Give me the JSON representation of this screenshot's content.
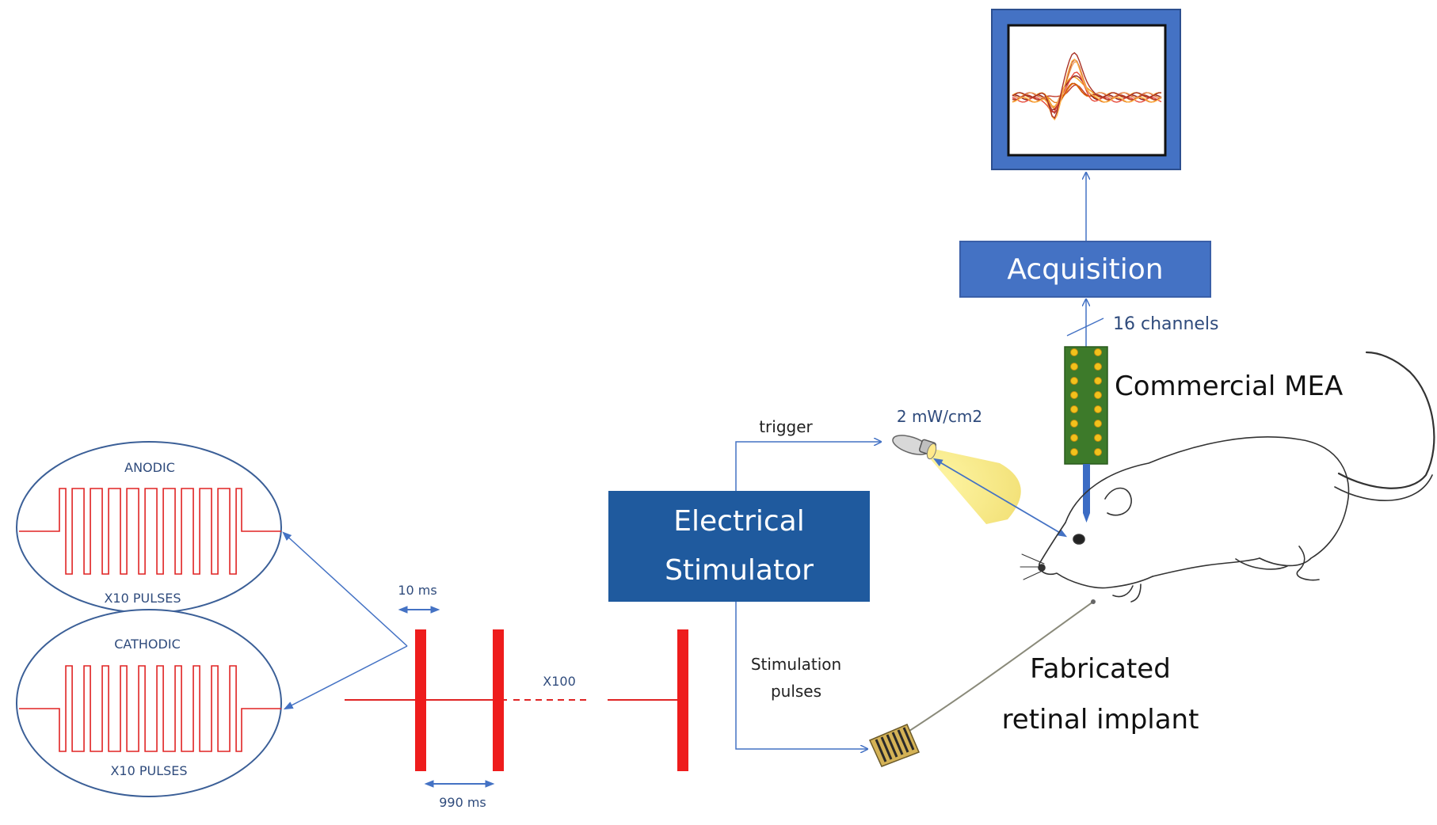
{
  "colors": {
    "arrow": "#4472c4",
    "pulse": "#ee1c1c",
    "box_acquisition": "#4472c4",
    "box_stimulator": "#1f5a9e",
    "label_blue": "#2f4b7c"
  },
  "waveforms": {
    "anodic": {
      "title": "ANODIC",
      "count": "X10 PULSES"
    },
    "cathodic": {
      "title": "CATHODIC",
      "count": "X10 PULSES"
    }
  },
  "pulse_train": {
    "width_label": "10 ms",
    "interval_label": "990 ms",
    "repeat_label": "X100"
  },
  "stimulator": {
    "line1": "Electrical",
    "line2": "Stimulator"
  },
  "trigger_label": "trigger",
  "stim_pulses": {
    "line1": "Stimulation",
    "line2": "pulses"
  },
  "light_label": "2 mW/cm2",
  "acquisition_label": "Acquisition",
  "channels_label": "16 channels",
  "mea_label": "Commercial MEA",
  "implant": {
    "line1": "Fabricated",
    "line2": "retinal implant"
  },
  "icons": [
    "flashlight-icon",
    "rat-icon",
    "mea-probe-icon",
    "retinal-implant-icon",
    "monitor-icon"
  ]
}
